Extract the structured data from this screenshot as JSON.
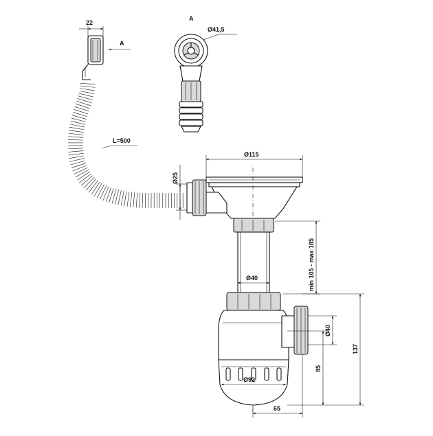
{
  "view_label": "A",
  "arrow_label": "A",
  "dims": {
    "width_22": "22",
    "diameter_41_5": "Ø41,5",
    "hose_length": "L=500",
    "diameter_115": "Ø115",
    "diameter_25": "Ø25",
    "diameter_40_pipe": "Ø40",
    "range_height": "min 105 - max 185",
    "diameter_40_outlet": "Ø40",
    "height_137": "137",
    "height_95": "95",
    "diameter_92": "Ø92",
    "width_65": "65"
  }
}
